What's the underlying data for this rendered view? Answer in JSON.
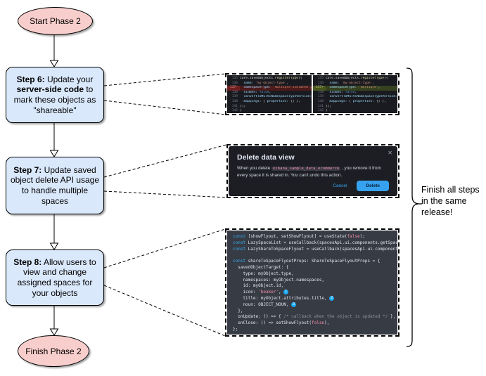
{
  "flowchart": {
    "start_label": "Start Phase 2",
    "finish_label": "Finish Phase 2",
    "steps": [
      {
        "bold1": "Step 6:",
        "text1": " Update your ",
        "bold2": "server-side code",
        "text2": " to mark these objects as \"shareable\""
      },
      {
        "bold1": "Step 7:",
        "text1": " Update saved object delete API usage to handle multiple spaces",
        "bold2": "",
        "text2": ""
      },
      {
        "bold1": "Step 8:",
        "text1": " Allow users to view and change assigned spaces for your objects",
        "bold2": "",
        "text2": ""
      }
    ],
    "brace_note": "Finish all steps in the same release!",
    "shape_colors": {
      "terminal_fill": "#f8cecc",
      "step_fill": "#dae8fc"
    }
  },
  "diff_screenshot": {
    "left_lines": [
      {
        "n": "135",
        "s": [
          [
            "pl",
            "core.savedObjects."
          ],
          [
            "fn",
            "registerType"
          ],
          [
            "pl",
            "({"
          ]
        ]
      },
      {
        "n": "136",
        "s": [
          [
            "pr",
            "  name"
          ],
          [
            "pl",
            ": "
          ],
          [
            "st",
            "'my-object-type'"
          ],
          [
            "pl",
            ","
          ]
        ]
      },
      {
        "n": "137-",
        "hl": "del",
        "s": [
          [
            "pr",
            "  namespaceType"
          ],
          [
            "pl",
            ": "
          ],
          [
            "st",
            "'multiple-isolated'"
          ],
          [
            "pl",
            ","
          ]
        ]
      },
      {
        "n": "138",
        "s": [
          [
            "pr",
            "  hidden"
          ],
          [
            "pl",
            ": "
          ],
          [
            "kw",
            "false"
          ],
          [
            "pl",
            ","
          ]
        ]
      },
      {
        "n": "139",
        "s": [
          [
            "pr",
            "  convertToMultiNamespaceTypeVersion"
          ],
          [
            "pl",
            ":"
          ]
        ]
      },
      {
        "n": "140",
        "s": [
          [
            "pr",
            "  mappings"
          ],
          [
            "pl",
            ": { "
          ],
          [
            "pr",
            "properties"
          ],
          [
            "pl",
            ": {} },"
          ]
        ]
      },
      {
        "n": "141",
        "s": [
          [
            "pl",
            "});"
          ]
        ]
      },
      {
        "n": "142",
        "s": [
          [
            "pl",
            "}"
          ]
        ]
      }
    ],
    "right_lines": [
      {
        "n": "135",
        "s": [
          [
            "pl",
            "core.savedObjects."
          ],
          [
            "fn",
            "registerType"
          ],
          [
            "pl",
            "({"
          ]
        ]
      },
      {
        "n": "136",
        "s": [
          [
            "pr",
            "  name"
          ],
          [
            "pl",
            ": "
          ],
          [
            "st",
            "'my-object-type'"
          ],
          [
            "pl",
            ","
          ]
        ]
      },
      {
        "n": "137+",
        "hl": "add",
        "s": [
          [
            "pr",
            "  namespaceType"
          ],
          [
            "pl",
            ": "
          ],
          [
            "st",
            "'multiple'"
          ],
          [
            "pl",
            ","
          ]
        ]
      },
      {
        "n": "138",
        "s": [
          [
            "pr",
            "  hidden"
          ],
          [
            "pl",
            ": "
          ],
          [
            "kw",
            "false"
          ],
          [
            "pl",
            ","
          ]
        ]
      },
      {
        "n": "139",
        "s": [
          [
            "pr",
            "  convertToMultiNamespaceTypeVersion"
          ],
          [
            "pl",
            ":"
          ]
        ]
      },
      {
        "n": "140",
        "s": [
          [
            "pr",
            "  mappings"
          ],
          [
            "pl",
            ": { "
          ],
          [
            "pr",
            "properties"
          ],
          [
            "pl",
            ": {} },"
          ]
        ]
      },
      {
        "n": "141",
        "s": [
          [
            "pl",
            "});"
          ]
        ]
      },
      {
        "n": "142",
        "s": [
          [
            "pl",
            "}"
          ]
        ]
      }
    ]
  },
  "modal_screenshot": {
    "title": "Delete data view",
    "close_icon": "✕",
    "body_before": "When you delete ",
    "body_code": "kibana_sample_data_ecommerce",
    "body_after": " , you remove it from every space it is shared in. You can't undo this action.",
    "cancel_label": "Cancel",
    "delete_label": "Delete",
    "accent_color": "#36a2ef"
  },
  "code_screenshot": {
    "lines": [
      {
        "s": [
          [
            "k",
            "const"
          ],
          [
            "w",
            " [showFlyout, setShowFlyout] = useState("
          ],
          [
            "s",
            "false"
          ],
          [
            "w",
            ");"
          ]
        ]
      },
      {
        "s": [
          [
            "k",
            "const"
          ],
          [
            "w",
            " LazySpaceList = useCallback(spacesApi.ui.components.getSpaceLis"
          ]
        ]
      },
      {
        "s": [
          [
            "k",
            "const"
          ],
          [
            "w",
            " LazyShareToSpaceFlyout = useCallback(spacesApi.ui.components.ge"
          ]
        ]
      },
      {
        "s": []
      },
      {
        "s": [
          [
            "k",
            "const"
          ],
          [
            "w",
            " shareToSpaceFlyoutProps: ShareToSpaceFlyoutProps = {"
          ]
        ]
      },
      {
        "s": [
          [
            "w",
            "  savedObjectTarget: {"
          ]
        ]
      },
      {
        "s": [
          [
            "w",
            "    type: myObject.type,"
          ]
        ]
      },
      {
        "s": [
          [
            "w",
            "    namespaces: myObject.namespaces,"
          ]
        ]
      },
      {
        "s": [
          [
            "w",
            "    id: myObject.id,"
          ]
        ]
      },
      {
        "s": [
          [
            "w",
            "    icon: "
          ],
          [
            "s",
            "'beaker'"
          ],
          [
            "w",
            ", "
          ],
          [
            "b",
            "1"
          ]
        ]
      },
      {
        "s": [
          [
            "w",
            "    title: myObject.attributes.title, "
          ],
          [
            "b",
            "2"
          ]
        ]
      },
      {
        "s": [
          [
            "w",
            "    noun: OBJECT_NOUN, "
          ],
          [
            "b",
            "3"
          ]
        ]
      },
      {
        "s": [
          [
            "w",
            "  },"
          ]
        ]
      },
      {
        "s": [
          [
            "w",
            "  onUpdate: () => { "
          ],
          [
            "c",
            "/* callback when the object is updated */"
          ],
          [
            "w",
            " },"
          ]
        ]
      },
      {
        "s": [
          [
            "w",
            "  onClose: () => setShowFlyout("
          ],
          [
            "s",
            "false"
          ],
          [
            "w",
            "),"
          ]
        ]
      },
      {
        "s": [
          [
            "w",
            "};"
          ]
        ]
      }
    ]
  }
}
